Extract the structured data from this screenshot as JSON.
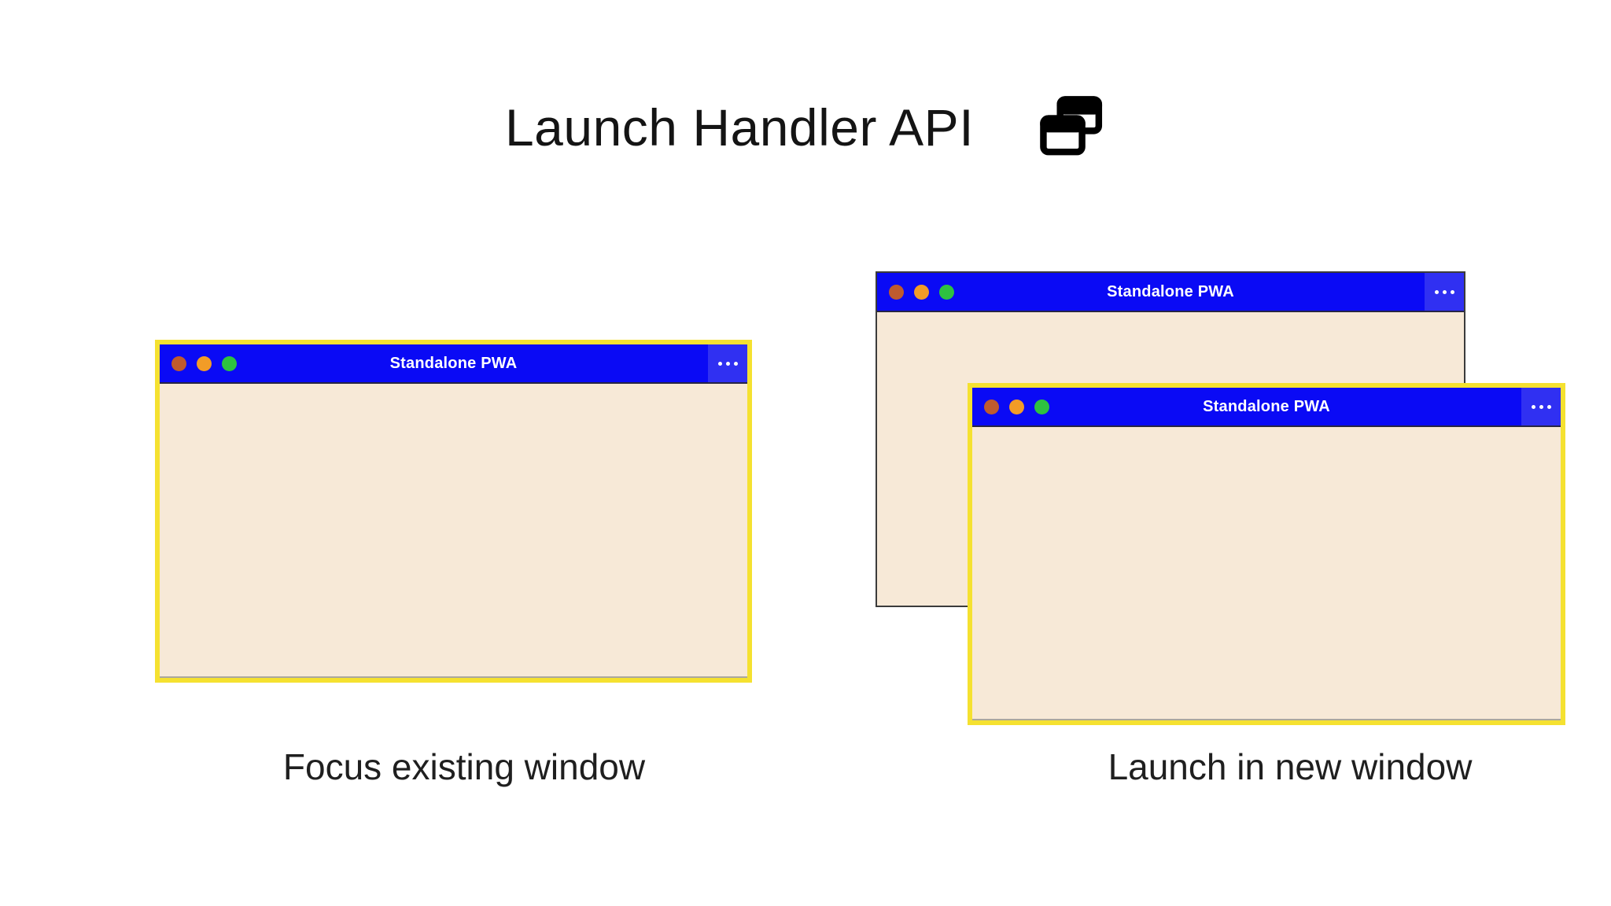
{
  "header": {
    "title": "Launch Handler API",
    "icon": "overlapping-windows-icon"
  },
  "colors": {
    "titlebar_blue": "#0a0af5",
    "titlebar_button_blue": "#3030f2",
    "window_body": "#f7e9d7",
    "highlight_yellow": "#f5e130",
    "back_window_border": "#3b3b3b",
    "traffic_red": "#bf5b2e",
    "traffic_orange": "#f29c27",
    "traffic_green": "#2ec240"
  },
  "panels": [
    {
      "caption": "Focus existing window",
      "windows": [
        {
          "title": "Standalone PWA",
          "highlighted": true,
          "menu_icon": "ellipsis-menu-icon"
        }
      ]
    },
    {
      "caption": "Launch in new window",
      "windows": [
        {
          "title": "Standalone PWA",
          "highlighted": false,
          "menu_icon": "ellipsis-menu-icon"
        },
        {
          "title": "Standalone PWA",
          "highlighted": true,
          "menu_icon": "ellipsis-menu-icon"
        }
      ]
    }
  ]
}
